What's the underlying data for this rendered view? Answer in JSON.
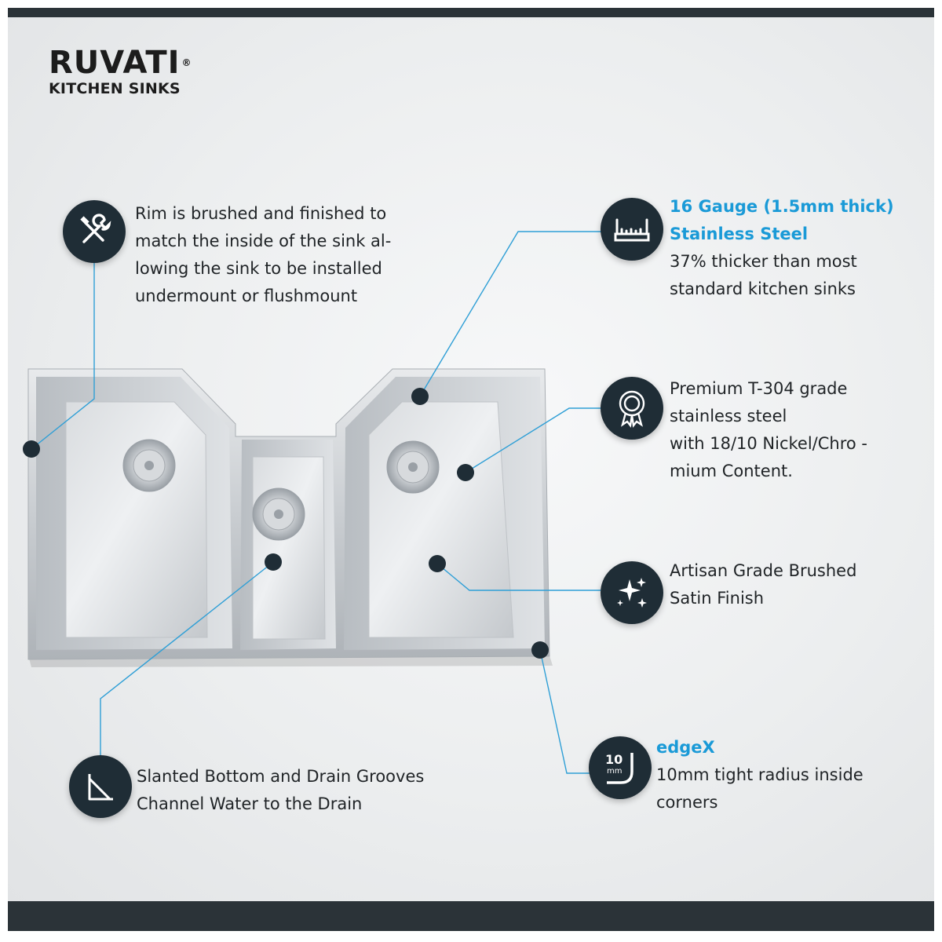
{
  "brand": {
    "logo_main": "RUVATI",
    "logo_sub": "KITCHEN SINKS"
  },
  "features": {
    "rim": {
      "icon": "tools-icon",
      "lines": [
        "Rim is brushed and finished to",
        "match the inside of the sink al-",
        "lowing the sink to be installed",
        "undermount or flushmount"
      ]
    },
    "gauge": {
      "icon": "ruler-icon",
      "highlight_lines": [
        "16 Gauge (1.5mm thick)",
        "Stainless Steel"
      ],
      "lines": [
        "37% thicker than most",
        "standard kitchen sinks"
      ]
    },
    "grade": {
      "icon": "award-ribbon-icon",
      "lines": [
        "Premium T-304 grade",
        "stainless steel",
        "with 18/10 Nickel/Chro -",
        "mium Content."
      ]
    },
    "finish": {
      "icon": "sparkle-icon",
      "lines": [
        "Artisan Grade Brushed",
        "Satin Finish"
      ]
    },
    "edgex": {
      "icon": "radius-corner-icon",
      "icon_text_top": "10",
      "icon_text_bottom": "mm",
      "highlight": "edgeX",
      "lines": [
        "10mm tight radius inside",
        "corners"
      ]
    },
    "slanted": {
      "icon": "slant-icon",
      "lines": [
        "Slanted Bottom and Drain Grooves",
        "Channel Water to the Drain"
      ]
    }
  },
  "colors": {
    "accent": "#1a9ad7",
    "icon_bg": "#1f2d36",
    "bar": "#2b3338",
    "leader_line": "#2f9fd6"
  }
}
